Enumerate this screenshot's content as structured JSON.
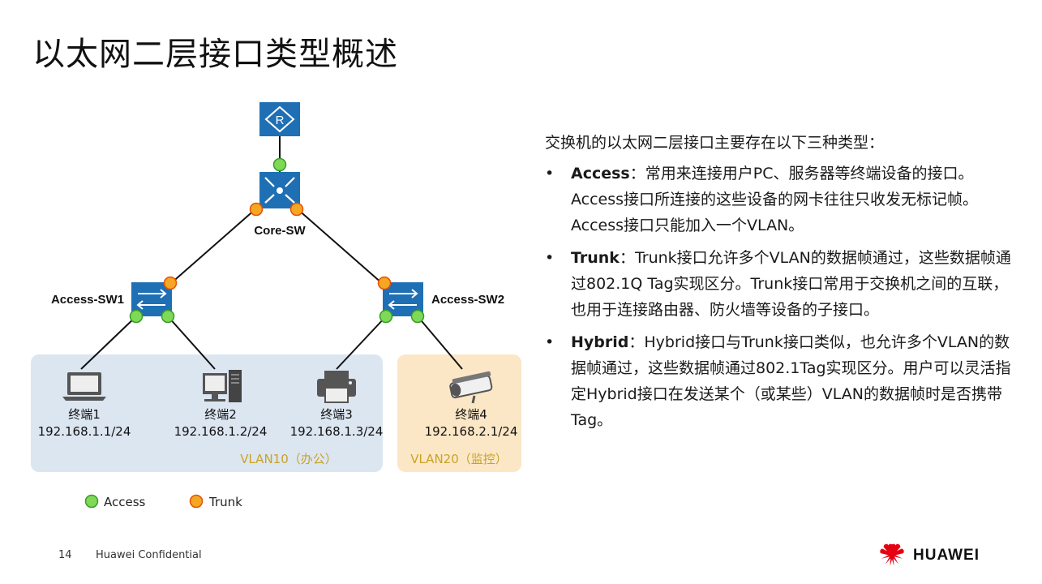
{
  "page": {
    "title": "以太网二层接口类型概述",
    "page_number": "14",
    "confidential": "Huawei Confidential",
    "brand": "HUAWEI"
  },
  "diagram": {
    "router_icon": "router-icon",
    "core_switch": {
      "label": "Core-SW",
      "icon": "core-switch-icon"
    },
    "access_switches": [
      {
        "label": "Access-SW1",
        "icon": "switch-icon"
      },
      {
        "label": "Access-SW2",
        "icon": "switch-icon"
      }
    ],
    "terminals": [
      {
        "name": "终端1",
        "ip": "192.168.1.1/24",
        "icon": "laptop-icon"
      },
      {
        "name": "终端2",
        "ip": "192.168.1.2/24",
        "icon": "desktop-pc-icon"
      },
      {
        "name": "终端3",
        "ip": "192.168.1.3/24",
        "icon": "printer-icon"
      },
      {
        "name": "终端4",
        "ip": "192.168.2.1/24",
        "icon": "camera-icon"
      }
    ],
    "vlans": [
      {
        "label": "VLAN10（办公）",
        "color": "#dce6f1"
      },
      {
        "label": "VLAN20（监控）",
        "color": "#fbe7c6"
      }
    ],
    "legend": [
      {
        "label": "Access",
        "color": "#7ed957"
      },
      {
        "label": "Trunk",
        "color": "#f5a623"
      }
    ],
    "colors": {
      "device_blue": "#1f6fb5",
      "link": "#111111"
    }
  },
  "text": {
    "intro": "交换机的以太网二层接口主要存在以下三种类型：",
    "bullets": [
      {
        "term": "Access",
        "sep": "：",
        "body": "常用来连接用户PC、服务器等终端设备的接口。Access接口所连接的这些设备的网卡往往只收发无标记帧。Access接口只能加入一个VLAN。"
      },
      {
        "term": "Trunk",
        "sep": "：",
        "body": "Trunk接口允许多个VLAN的数据帧通过，这些数据帧通过802.1Q  Tag实现区分。Trunk接口常用于交换机之间的互联，也用于连接路由器、防火墙等设备的子接口。"
      },
      {
        "term": "Hybrid",
        "sep": "：",
        "body": "Hybrid接口与Trunk接口类似，也允许多个VLAN的数据帧通过，这些数据帧通过802.1Tag实现区分。用户可以灵活指定Hybrid接口在发送某个（或某些）VLAN的数据帧时是否携带Tag。"
      }
    ]
  }
}
